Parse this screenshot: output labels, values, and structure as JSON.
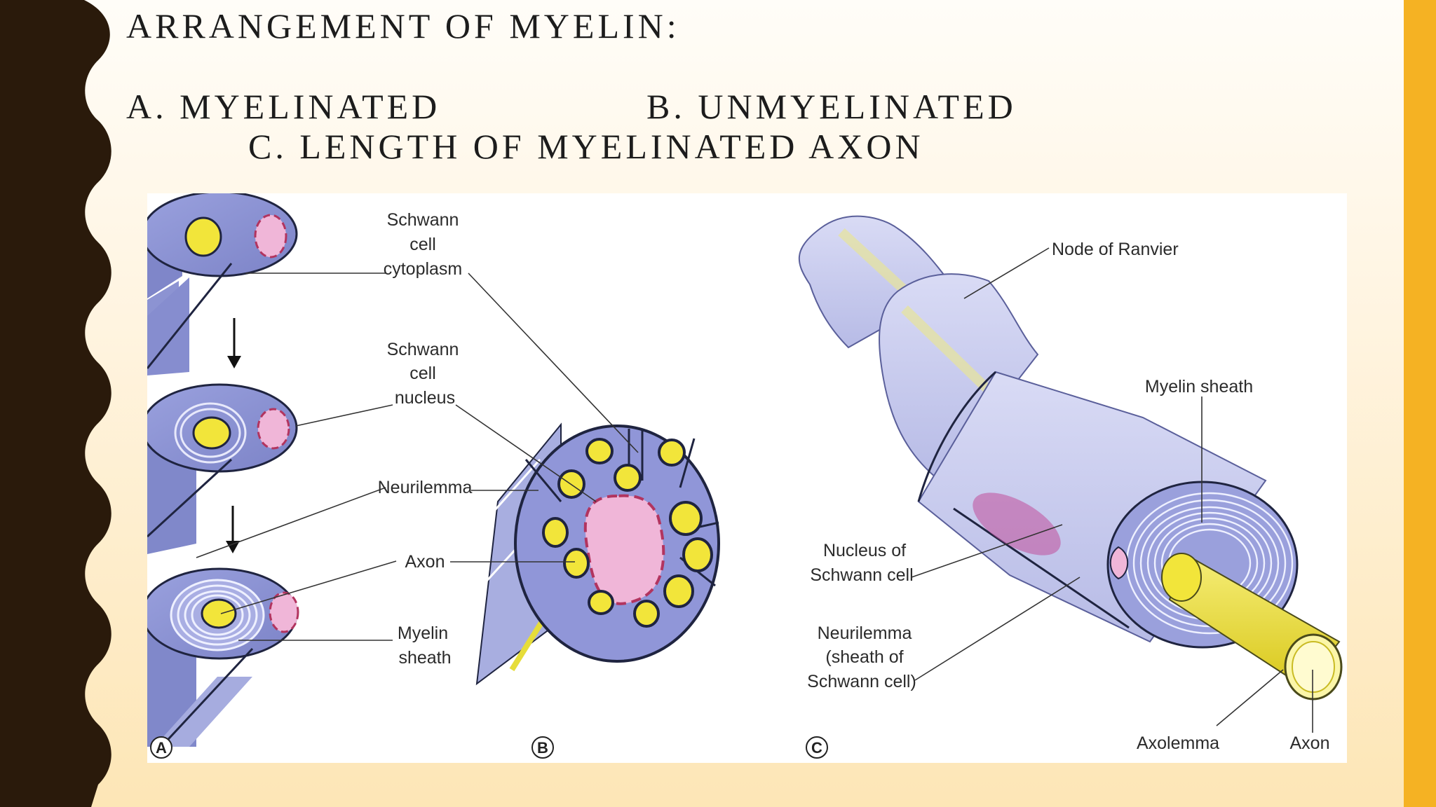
{
  "slide": {
    "title": "ARRANGEMENT OF MYELIN:",
    "subtitle_a": "A. MYELINATED",
    "subtitle_b": "B. UNMYELINATED",
    "subtitle_c": "C. LENGTH OF MYELINATED AXON"
  },
  "figure": {
    "panels": [
      "A",
      "B",
      "C"
    ],
    "labels_ab": {
      "schwann_cytoplasm": [
        "Schwann",
        "cell",
        "cytoplasm"
      ],
      "schwann_nucleus": [
        "Schwann",
        "cell",
        "nucleus"
      ],
      "neurilemma": "Neurilemma",
      "axon": "Axon",
      "myelin_sheath": [
        "Myelin",
        "sheath"
      ]
    },
    "labels_c": {
      "node_of_ranvier": "Node of Ranvier",
      "myelin_sheath": "Myelin sheath",
      "nucleus_of_schwann": [
        "Nucleus of",
        "Schwann cell"
      ],
      "neurilemma": [
        "Neurilemma",
        "(sheath of",
        "Schwann cell)"
      ],
      "axolemma": "Axolemma",
      "axon": "Axon"
    }
  },
  "colors": {
    "dark_border": "#2a1a0b",
    "accent_stripe": "#f5b223",
    "cell_body": "#8f96d6",
    "sheath_light": "#c9cbef",
    "axon_yellow": "#f2e53a",
    "nucleus_pink": "#f0b6d8"
  }
}
